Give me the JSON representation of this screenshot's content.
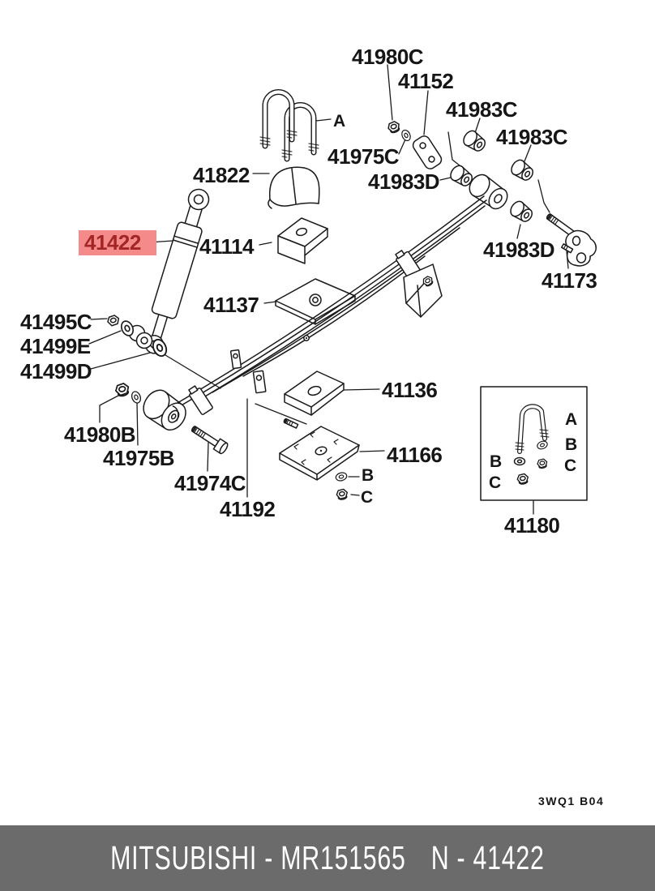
{
  "labels": {
    "p41980C": "41980C",
    "p41152": "41152",
    "p41983C": "41983C",
    "p41975C": "41975C",
    "p41983D": "41983D",
    "p41822": "41822",
    "p41114": "41114",
    "p41422": "41422",
    "p41137": "41137",
    "p41173": "41173",
    "p41495C": "41495C",
    "p41499E": "41499E",
    "p41499D": "41499D",
    "p41136": "41136",
    "p41980B": "41980B",
    "p41975B": "41975B",
    "p41974C": "41974C",
    "p41166": "41166",
    "p41192": "41192",
    "p41180": "41180"
  },
  "markers": {
    "a": "A",
    "b": "B",
    "c": "C"
  },
  "highlight": {
    "part": "41422",
    "bg": "#f48a8a",
    "fg": "#a32626"
  },
  "plate_code": "3WQ1 B04",
  "footer": {
    "left": "MITSUBISHI - MR151565",
    "right": "N - 41422",
    "bg": "#6b6b6b",
    "fg": "#ffffff"
  },
  "line_color": "#1a1a1a"
}
